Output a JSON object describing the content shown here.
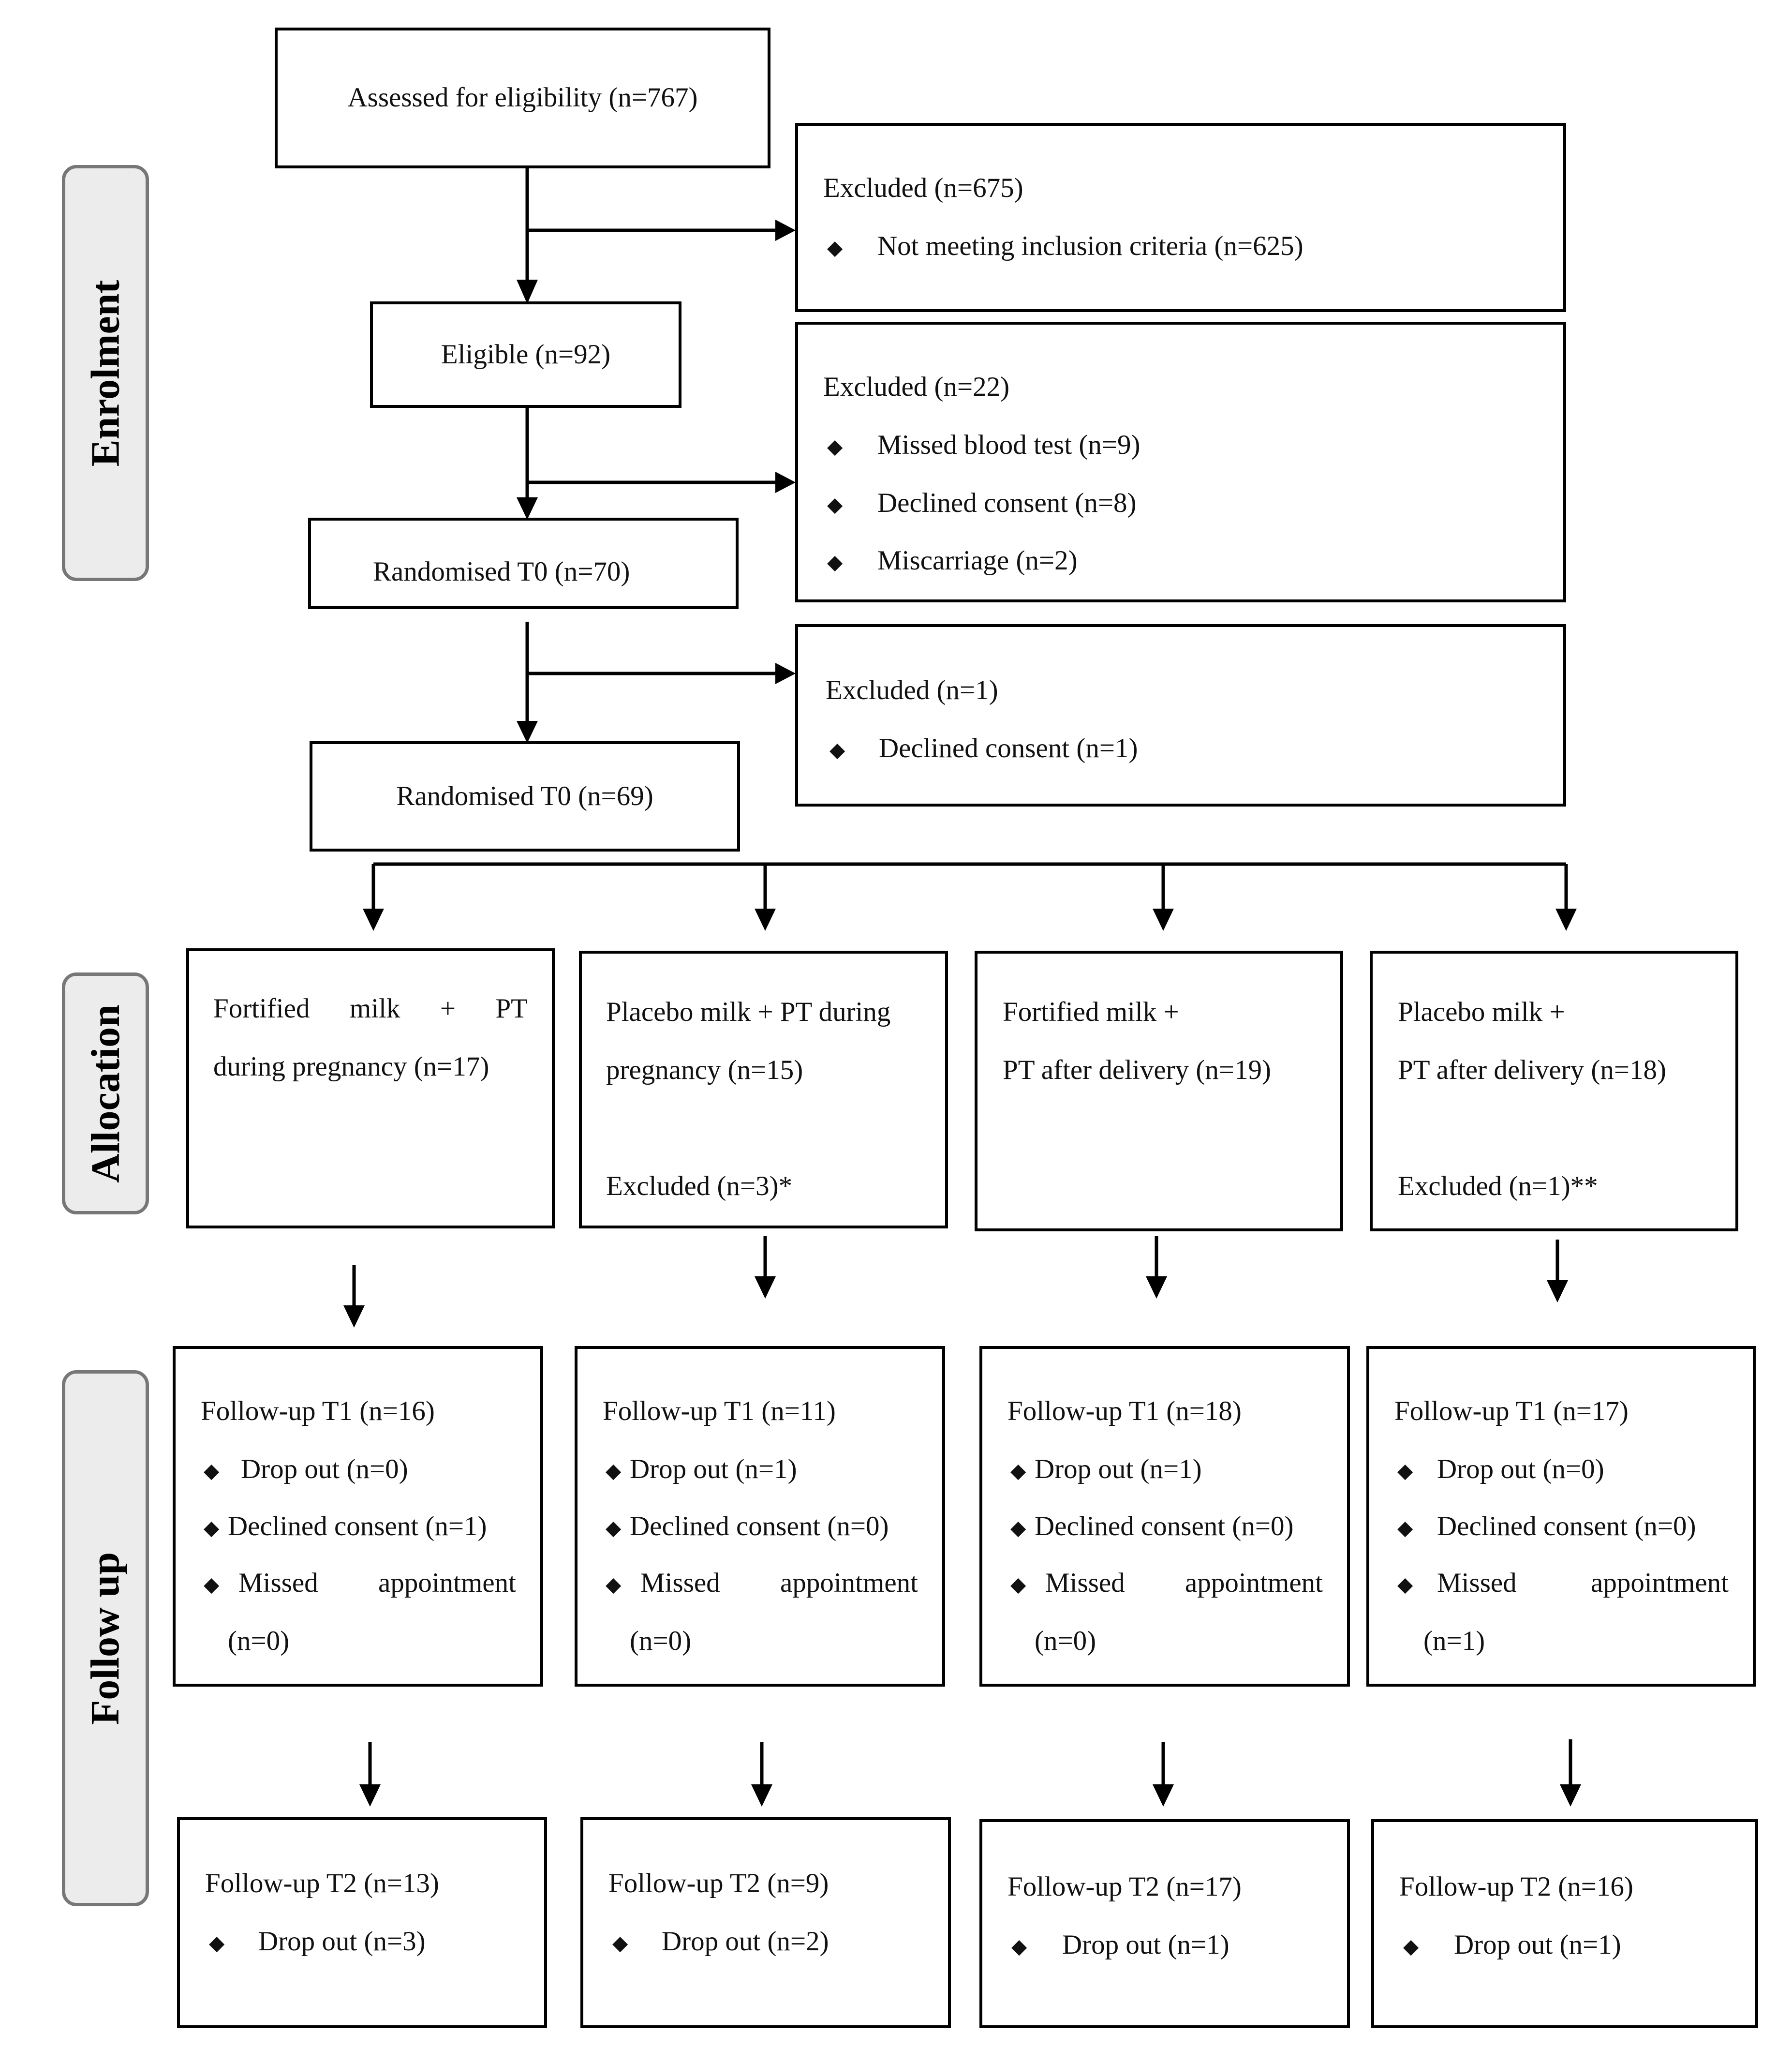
{
  "phases": {
    "enrolment": "Enrolment",
    "allocation": "Allocation",
    "follow_up": "Follow up"
  },
  "enrolment": {
    "assessed": "Assessed for eligibility (n=767)",
    "excluded1": {
      "title": "Excluded (n=675)",
      "items": [
        "Not meeting inclusion criteria (n=625)"
      ]
    },
    "eligible": "Eligible (n=92)",
    "excluded2": {
      "title": "Excluded (n=22)",
      "items": [
        "Missed blood test (n=9)",
        "Declined consent (n=8)",
        "Miscarriage (n=2)"
      ]
    },
    "randomised1": "Randomised T0 (n=70)",
    "excluded3": {
      "title": "Excluded (n=1)",
      "items": [
        "Declined consent (n=1)"
      ]
    },
    "randomised2": "Randomised T0 (n=69)"
  },
  "bullet_symbol": "◆",
  "groups": [
    {
      "allocation": [
        "Fortified",
        "milk",
        "+",
        "PT",
        "during pregnancy (n=17)"
      ],
      "excluded": "",
      "t1": {
        "title": "Follow-up T1 (n=16)",
        "drop_out": "Drop out (n=0)",
        "declined": "Declined consent (n=1)",
        "missed_a": "Missed",
        "missed_b": "appointment",
        "missed_n": "(n=0)"
      },
      "t2": {
        "title": "Follow-up T2 (n=13)",
        "drop_out": "Drop out (n=3)"
      }
    },
    {
      "allocation": [
        "Placebo milk + PT during",
        "pregnancy (n=15)"
      ],
      "excluded": "Excluded (n=3)*",
      "t1": {
        "title": "Follow-up T1 (n=11)",
        "drop_out": "Drop out (n=1)",
        "declined": "Declined consent (n=0)",
        "missed_a": "Missed",
        "missed_b": "appointment",
        "missed_n": "(n=0)"
      },
      "t2": {
        "title": "Follow-up T2 (n=9)",
        "drop_out": "Drop out (n=2)"
      }
    },
    {
      "allocation": [
        "Fortified milk +",
        "PT after delivery (n=19)"
      ],
      "excluded": "",
      "t1": {
        "title": "Follow-up T1 (n=18)",
        "drop_out": "Drop out (n=1)",
        "declined": "Declined consent (n=0)",
        "missed_a": "Missed",
        "missed_b": "appointment",
        "missed_n": "(n=0)"
      },
      "t2": {
        "title": "Follow-up T2 (n=17)",
        "drop_out": "Drop out (n=1)"
      }
    },
    {
      "allocation": [
        "Placebo milk +",
        "PT after delivery (n=18)"
      ],
      "excluded": "Excluded (n=1)**",
      "t1": {
        "title": "Follow-up T1 (n=17)",
        "drop_out": "Drop out (n=0)",
        "declined": "Declined consent (n=0)",
        "missed_a": "Missed",
        "missed_b": "appointment",
        "missed_n": "(n=1)"
      },
      "t2": {
        "title": "Follow-up T2 (n=16)",
        "drop_out": "Drop out (n=1)"
      }
    }
  ]
}
